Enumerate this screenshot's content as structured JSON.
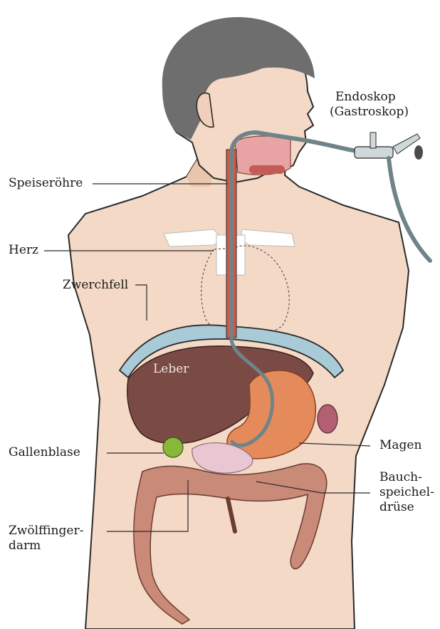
{
  "labels": {
    "endoskop_line1": "Endoskop",
    "endoskop_line2": "(Gastroskop)",
    "speiseroehre": "Speiseröhre",
    "herz": "Herz",
    "zwerchfell": "Zwerchfell",
    "leber": "Leber",
    "gallenblase": "Gallenblase",
    "magen": "Magen",
    "bauch_line1": "Bauch-",
    "bauch_line2": "speichel-",
    "bauch_line3": "drüse",
    "zwoelf_line1": "Zwölffinger-",
    "zwoelf_line2": "darm"
  },
  "colors": {
    "skin": "#f3d9c6",
    "skin_shadow": "#e9c5ad",
    "hair": "#6e6e6e",
    "outline": "#2a2a2a",
    "liver": "#7a4a45",
    "stomach": "#e58a5a",
    "diaphragm": "#a9cbd8",
    "intestine": "#c98a78",
    "gallbladder": "#88b83a",
    "pancreas": "#e8c7d3",
    "endoscope": "#6f8489",
    "esophagus": "#d05a4a"
  }
}
